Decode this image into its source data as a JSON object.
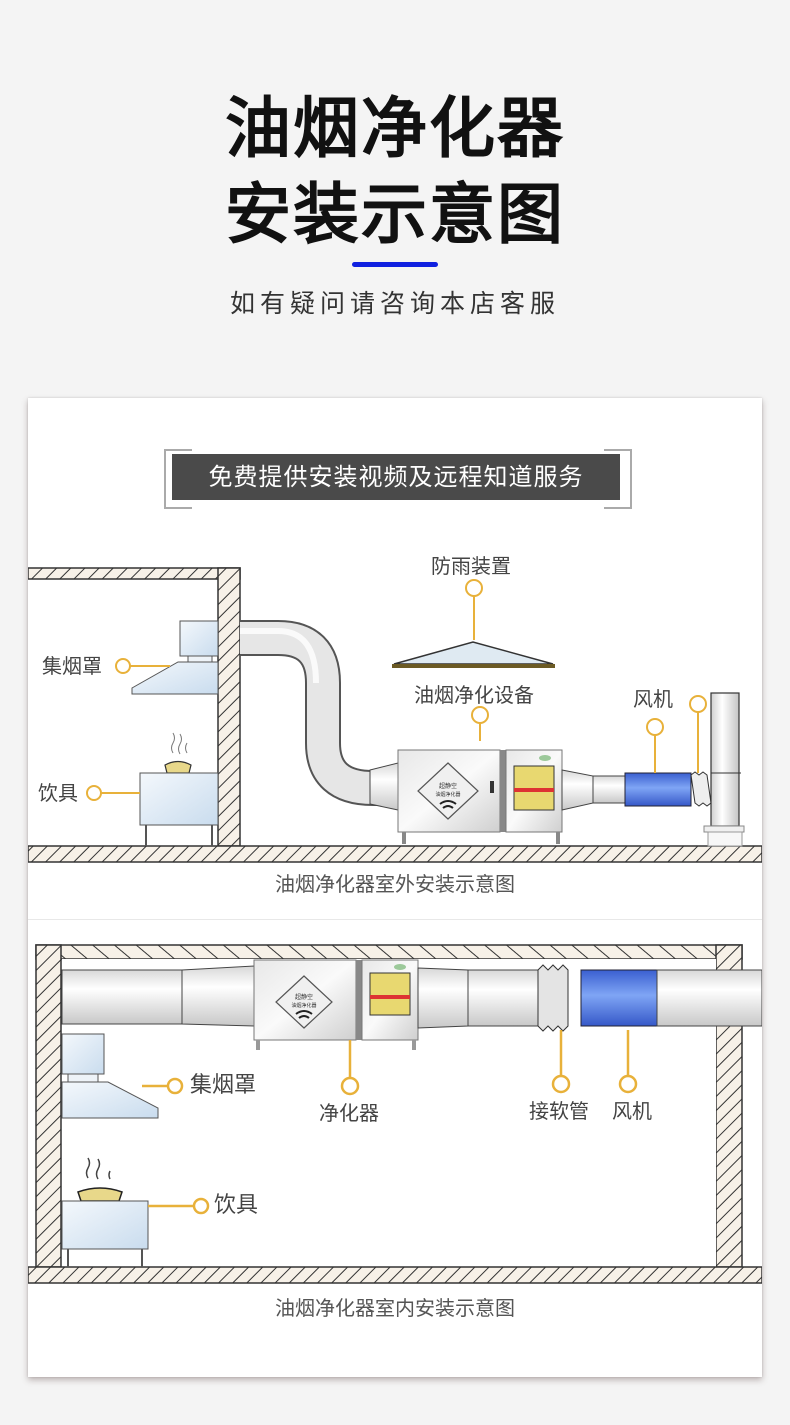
{
  "header": {
    "title_line_1": "油烟净化器",
    "title_line_2": "安装示意图",
    "subtitle": "如有疑问请咨询本店客服",
    "accent_color": "#1020e0"
  },
  "banner": {
    "text": "免费提供安装视频及远程知道服务"
  },
  "outdoor_diagram": {
    "caption": "油烟净化器室外安装示意图",
    "labels": {
      "hood": "集烟罩",
      "stove": "饮具",
      "rain_cover": "防雨装置",
      "purifier": "油烟净化设备",
      "fan": "风机"
    }
  },
  "indoor_diagram": {
    "caption": "油烟净化器室内安装示意图",
    "labels": {
      "hood": "集烟罩",
      "stove": "饮具",
      "purifier": "净化器",
      "flex_pipe": "接软管",
      "fan": "风机"
    }
  },
  "purifier_badge": {
    "line_1": "超静空",
    "line_2": "油烟净化器"
  },
  "colors": {
    "leader_line": "#e8b13a",
    "fan_blue": "#4f78e0",
    "banner_bg": "#4a4a4a"
  }
}
